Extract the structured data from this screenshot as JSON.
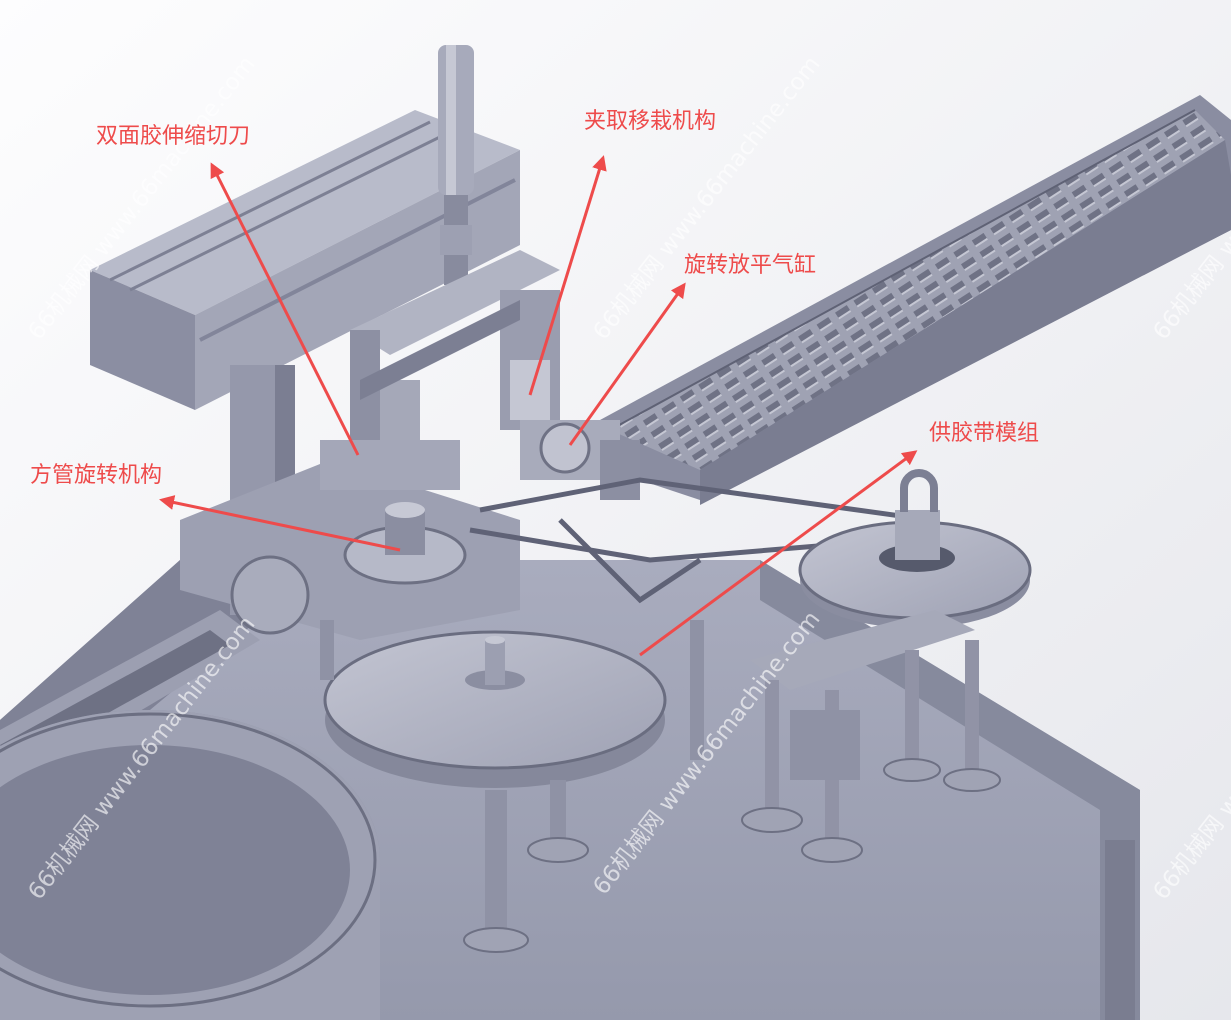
{
  "labels": {
    "tape_cutter": "双面胶伸缩切刀",
    "pick_place": "夹取移栽机构",
    "flip_cylinder": "旋转放平气缸",
    "tube_rotation": "方管旋转机构",
    "tape_supply": "供胶带模组"
  },
  "watermark": "66机械网 www.66machine.com",
  "colors": {
    "callout": "#ee4b4b",
    "metal_light": "#b4b7c6",
    "metal_mid": "#9b9eb0",
    "metal_dark": "#6e7184",
    "background": "#f2f3f6"
  }
}
